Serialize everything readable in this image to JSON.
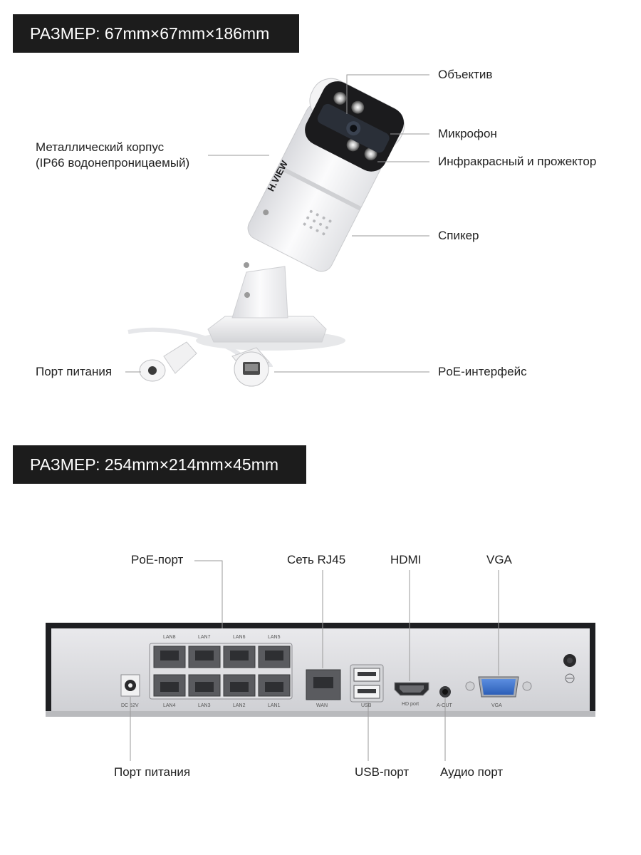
{
  "camera": {
    "size_banner": "РАЗМЕР: 67mm×67mm×186mm",
    "brand": "H.VIEW",
    "labels": {
      "lens": "Объектив",
      "microphone": "Микрофон",
      "ir_light": "Инфракрасный и прожектор",
      "speaker": "Спикер",
      "poe_interface": "PoE-интерфейс",
      "housing_line1": "Металлический корпус",
      "housing_line2": "(IP66 водонепроницаемый)",
      "power_port": "Порт питания"
    }
  },
  "nvr": {
    "size_banner": "РАЗМЕР: 254mm×214mm×45mm",
    "labels": {
      "poe_port": "PoE-порт",
      "rj45": "Сеть RJ45",
      "hdmi": "HDMI",
      "vga": "VGA",
      "power_port": "Порт питания",
      "usb_port": "USB-порт",
      "audio_port": "Аудио порт"
    },
    "panel": {
      "lan_top": [
        "LAN8",
        "LAN7",
        "LAN6",
        "LAN5"
      ],
      "lan_bottom": [
        "LAN4",
        "LAN3",
        "LAN2",
        "LAN1"
      ],
      "dc": "DC 52V",
      "wan": "WAN",
      "usb": "USB",
      "hd": "HD port",
      "aout": "A-OUT",
      "vga": "VGA"
    }
  }
}
